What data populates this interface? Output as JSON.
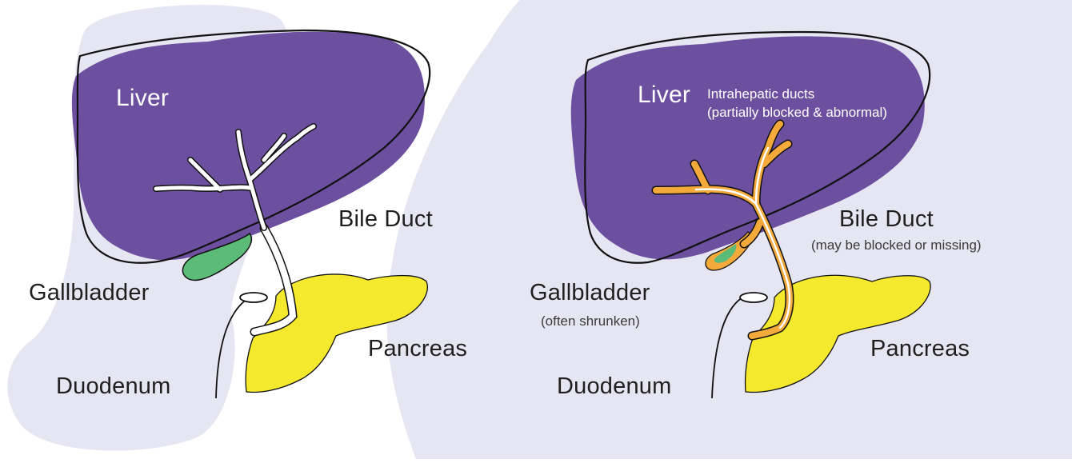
{
  "colors": {
    "background_blob": "#e6e6f2",
    "liver": "#6d4fa0",
    "pancreas": "#f5e92e",
    "gallbladder_healthy": "#5dbb78",
    "duct_abnormal": "#f4a93b",
    "outline": "#111111",
    "text": "#1f1f1f"
  },
  "left_panel": {
    "liver": "Liver",
    "bile_duct": "Bile Duct",
    "gallbladder": "Gallbladder",
    "pancreas": "Pancreas",
    "duodenum": "Duodenum"
  },
  "right_panel": {
    "liver": "Liver",
    "intrahepatic_line1": "Intrahepatic ducts",
    "intrahepatic_line2": "(partially blocked & abnormal)",
    "bile_duct": "Bile Duct",
    "bile_duct_note": "(may be blocked or missing)",
    "gallbladder": "Gallbladder",
    "gallbladder_note": "(often shrunken)",
    "pancreas": "Pancreas",
    "duodenum": "Duodenum"
  }
}
